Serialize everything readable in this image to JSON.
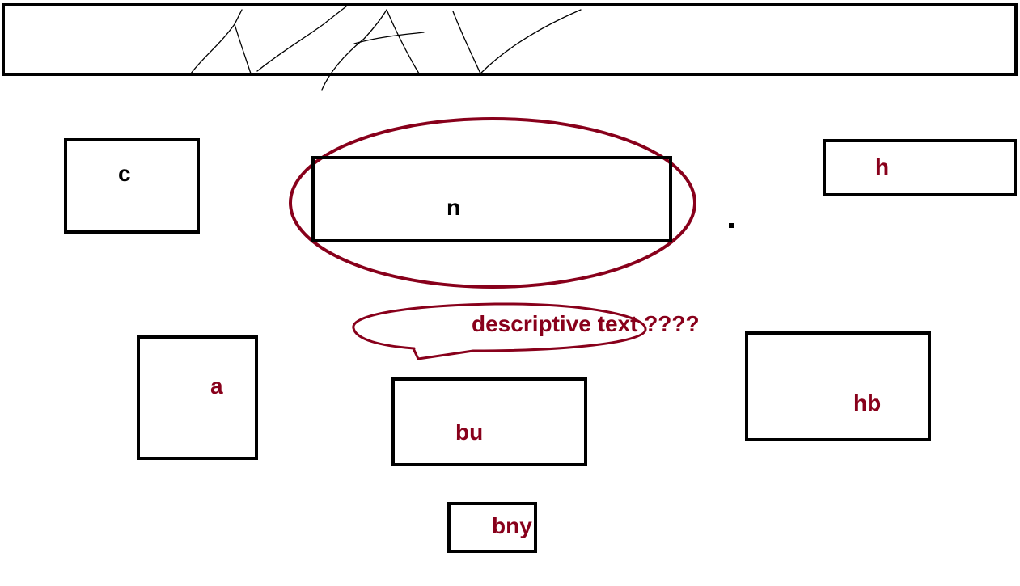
{
  "colors": {
    "line": "#000000",
    "accent": "#88001b"
  },
  "nav": {
    "label": "NAV"
  },
  "boxes": [
    {
      "id": "c",
      "label": "c",
      "color": "#000000"
    },
    {
      "id": "n",
      "label": "n",
      "color": "#000000"
    },
    {
      "id": "h",
      "label": "h",
      "color": "#88001b"
    },
    {
      "id": "a",
      "label": "a",
      "color": "#88001b"
    },
    {
      "id": "bu",
      "label": "bu",
      "color": "#88001b"
    },
    {
      "id": "hb",
      "label": "hb",
      "color": "#88001b"
    },
    {
      "id": "bny",
      "label": "bny",
      "color": "#88001b"
    }
  ],
  "annotation": {
    "text": "descriptive text ????"
  }
}
